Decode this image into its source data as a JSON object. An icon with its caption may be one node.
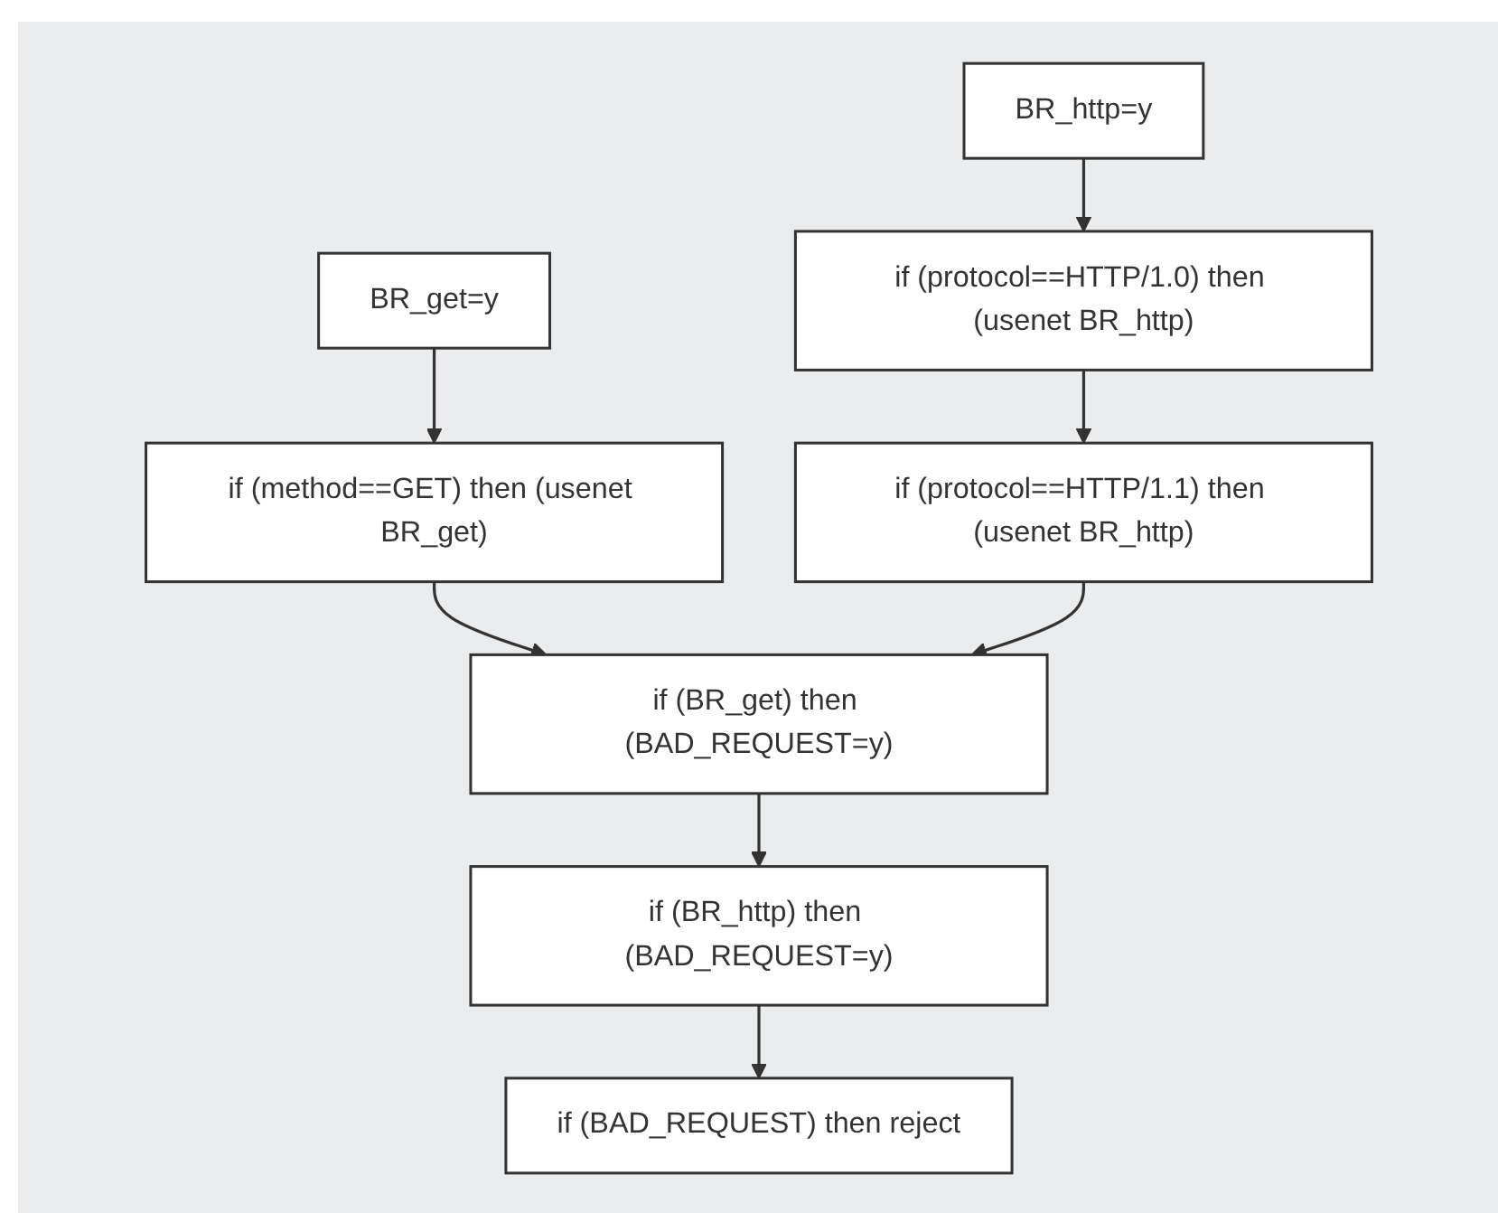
{
  "diagram": {
    "nodes": [
      {
        "text": [
          "BR_http=y"
        ]
      },
      {
        "text": [
          "if (protocol==HTTP/1.0) then (usenet BR_http)"
        ]
      },
      {
        "text": [
          "BR_get=y"
        ]
      },
      {
        "text": [
          "if (method==GET) then (usenet BR_get)"
        ]
      },
      {
        "text": [
          "if (protocol==HTTP/1.1) then (usenet BR_http)"
        ]
      },
      {
        "text": [
          "if (BR_get) then (BAD_REQUEST=y)"
        ]
      },
      {
        "text": [
          "if (BR_http) then (BAD_REQUEST=y)"
        ]
      },
      {
        "text": [
          "if (BAD_REQUEST) then reject"
        ]
      }
    ],
    "edges": [
      {
        "from": 0,
        "to": 1,
        "arrow": "to"
      },
      {
        "from": 1,
        "to": 4,
        "arrow": "to"
      },
      {
        "from": 2,
        "to": 3,
        "arrow": "to"
      },
      {
        "from": 3,
        "to": 5,
        "arrow": "to"
      },
      {
        "from": 4,
        "to": 5,
        "arrow": "to"
      },
      {
        "from": 5,
        "to": 6,
        "arrow": "to"
      },
      {
        "from": 6,
        "to": 7,
        "arrow": "to"
      }
    ]
  }
}
